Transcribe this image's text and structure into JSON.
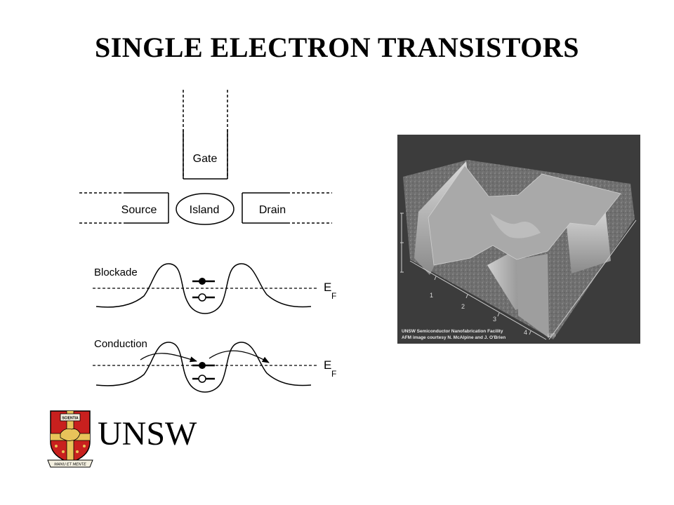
{
  "title": "SINGLE ELECTRON TRANSISTORS",
  "diagram": {
    "gate_label": "Gate",
    "source_label": "Source",
    "island_label": "Island",
    "drain_label": "Drain",
    "blockade_label": "Blockade",
    "conduction_label": "Conduction",
    "fermi_main": "E",
    "fermi_sub": "F"
  },
  "afm_image": {
    "caption_line1": "UNSW Semiconductor Nanofabrication Facility",
    "caption_line2": "AFM image courtesy N. McAlpine and J. O'Brien",
    "axis_ticks": [
      "1",
      "2",
      "3",
      "4"
    ],
    "axis_unit": "µm"
  },
  "logo": {
    "name": "UNSW",
    "banner_top": "SCIENTIA",
    "banner_bottom": "MANU ET MENTE"
  },
  "colors": {
    "crest_red": "#c8201e",
    "crest_gold": "#e8c35a",
    "afm_background": "#3c3c3c",
    "afm_surface": "#a9a9a9"
  }
}
